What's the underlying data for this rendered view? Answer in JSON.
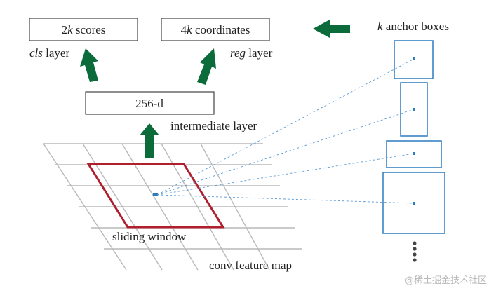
{
  "boxes": {
    "cls_scores": {
      "prefix": "2",
      "k": "k",
      "suffix": " scores"
    },
    "reg_coords": {
      "prefix": "4",
      "k": "k",
      "suffix": " coordinates"
    },
    "intermediate": "256-d"
  },
  "labels": {
    "cls_layer": {
      "em": "cls",
      "rest": " layer"
    },
    "reg_layer": {
      "em": "reg",
      "rest": " layer"
    },
    "intermediate_layer": "intermediate layer",
    "anchor_boxes": {
      "em": "k",
      "rest": " anchor boxes"
    },
    "sliding_window": "sliding window",
    "feature_map": "conv feature map"
  },
  "watermark": "@稀土掘金技术社区",
  "colors": {
    "arrow": "#0b6b3a",
    "window": "#b01f2e",
    "anchor": "#2b7bbf",
    "grid": "#b9b9b9"
  }
}
